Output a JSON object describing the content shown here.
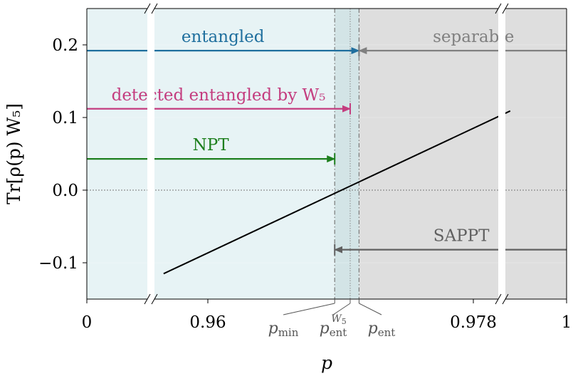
{
  "chart_data": {
    "type": "line",
    "xlabel": "p",
    "ylabel": "Tr[ρ(p) W₅]",
    "ylim": [
      -0.15,
      0.25
    ],
    "yticks": [
      {
        "value": -0.1,
        "label": "−0.1"
      },
      {
        "value": 0.0,
        "label": "0.0"
      },
      {
        "value": 0.1,
        "label": "0.1"
      },
      {
        "value": 0.2,
        "label": "0.2"
      }
    ],
    "x_axis": {
      "broken": true,
      "segments": [
        {
          "range": "0 … break",
          "ticks": [
            {
              "value": 0,
              "label": "0"
            }
          ]
        },
        {
          "range": "0.957 … 0.9805",
          "ticks": [
            {
              "value": 0.96,
              "label": "0.96"
            },
            {
              "value": 0.978,
              "label": "0.978"
            }
          ]
        },
        {
          "range": "break … 1",
          "ticks": [
            {
              "value": 1,
              "label": "1"
            }
          ]
        }
      ]
    },
    "series": [
      {
        "values_x": [
          0.957,
          0.9805
        ],
        "values_y": [
          -0.115,
          0.109
        ],
        "color": "#000000"
      }
    ],
    "reference_line": {
      "y": 0.0,
      "style": "dotted"
    },
    "thresholds": [
      {
        "value": 0.9686,
        "label_main": "p",
        "label_sub": "min"
      },
      {
        "value": 0.96965,
        "label_main": "p",
        "label_sub": "ent",
        "label_sup": "W5"
      },
      {
        "value": 0.97025,
        "label_main": "p",
        "label_sub": "ent"
      }
    ],
    "regions": [
      {
        "from": "0",
        "to": 0.97025,
        "color": "#e7f3f5"
      },
      {
        "from": 0.97025,
        "to": "1",
        "color": "#dedede"
      }
    ],
    "annotations": [
      {
        "label": "entangled",
        "y": 0.192,
        "from": "0",
        "to": 0.97025,
        "direction": "right",
        "color": "#1f6f9e"
      },
      {
        "label": "separable",
        "y": 0.192,
        "from": "1",
        "to": 0.97025,
        "direction": "left",
        "color": "#808080"
      },
      {
        "label": "detected entangled by W₅",
        "y": 0.112,
        "from": "0",
        "to": 0.96965,
        "direction": "right",
        "color": "#c43d7f"
      },
      {
        "label": "NPT",
        "y": 0.043,
        "from": "0",
        "to": 0.9686,
        "direction": "right",
        "color": "#1e7f1e"
      },
      {
        "label": "SAPPT",
        "y": -0.082,
        "from": "1",
        "to": 0.9686,
        "direction": "left",
        "color": "#606060"
      }
    ]
  }
}
